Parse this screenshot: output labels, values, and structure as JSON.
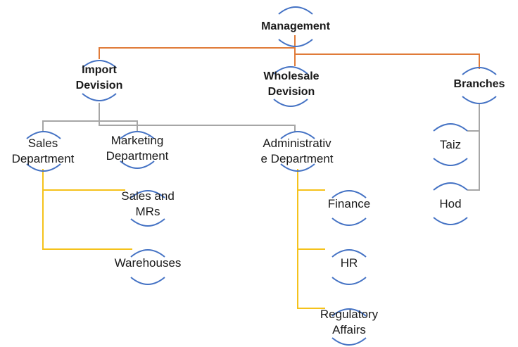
{
  "colors": {
    "top_lines": "#e07b39",
    "mid_lines": "#a6a6a6",
    "sub_lines": "#f5c21b",
    "node_outline": "#4472c4"
  },
  "nodes": {
    "management": "Management",
    "import": "Import\nDevision",
    "wholesale": "Wholesale\nDevision",
    "branches": "Branches",
    "sales_dept": "Sales\nDepartment",
    "marketing_dept": "Marketing\nDepartment",
    "admin_dept": "Administrativ\ne Department",
    "sales_mrs": "Sales and\nMRs",
    "warehouses": "Warehouses",
    "finance": "Finance",
    "hr": "HR",
    "regulatory": "Regulatory\nAffairs",
    "taiz": "Taiz",
    "hod": "Hod"
  }
}
